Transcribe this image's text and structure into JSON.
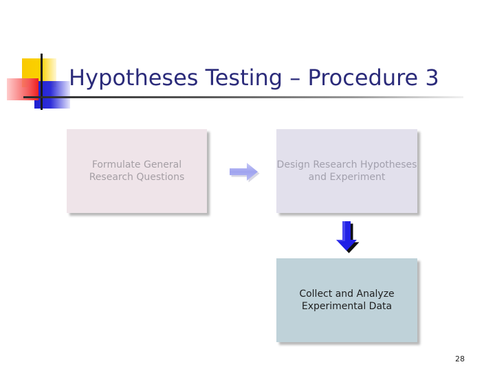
{
  "slide": {
    "title": "Hypotheses Testing – Procedure 3",
    "page_number": "28"
  },
  "flow": {
    "steps": [
      {
        "id": "step1",
        "label_line1": "Formulate General",
        "label_line2": "Research Questions",
        "color": "#efe4e9"
      },
      {
        "id": "step2",
        "label_line1": "Design Research Hypotheses",
        "label_line2": "and Experiment",
        "color": "#e2e0ec"
      },
      {
        "id": "step3",
        "label_line1": "Collect and Analyze",
        "label_line2": "Experimental Data",
        "color": "#bfd2d9"
      }
    ],
    "arrows": [
      {
        "from": "step1",
        "to": "step2",
        "direction": "right",
        "icon": "arrow-right-icon",
        "color": "#a9acf2"
      },
      {
        "from": "step2",
        "to": "step3",
        "direction": "down",
        "icon": "arrow-down-icon",
        "color": "#1f1fe0"
      }
    ]
  },
  "theme": {
    "title_color": "#2b2b7a",
    "logo_colors": {
      "yellow": "#f9c900",
      "red": "#ee2020",
      "blue": "#1f1fd0"
    }
  }
}
